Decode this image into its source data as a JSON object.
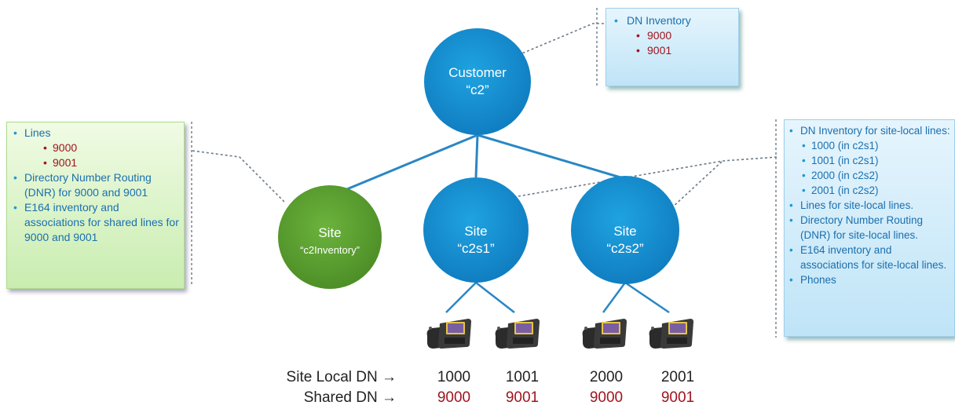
{
  "colors": {
    "node_blue": "#1a8fd0",
    "node_green": "#5a9e32",
    "shared_red": "#a0141e",
    "text_blue": "#1b6fae"
  },
  "nodes": {
    "customer": {
      "line1": "Customer",
      "line2": "“c2”"
    },
    "site_inventory": {
      "line1": "Site",
      "line2": "“c2Inventory”"
    },
    "site_c2s1": {
      "line1": "Site",
      "line2": "“c2s1”"
    },
    "site_c2s2": {
      "line1": "Site",
      "line2": "“c2s2”"
    }
  },
  "customer_box": {
    "title": "DN Inventory",
    "items": [
      "9000",
      "9001"
    ]
  },
  "site_inventory_box": {
    "lines_title": "Lines",
    "lines_items": [
      "9000",
      "9001"
    ],
    "routing": "Directory Number Routing (DNR) for 9000 and 9001",
    "e164": "E164 inventory  and associations for shared lines for 9000 and 9001"
  },
  "site_local_box": {
    "dn_inventory": "DN Inventory  for site-local lines:",
    "dn_items": [
      "1000 (in c2s1)",
      "1001 (in c2s1)",
      "2000 (in c2s2)",
      "2001 (in c2s2)"
    ],
    "lines": "Lines for site-local lines.",
    "routing": "Directory Number Routing (DNR) for site-local lines.",
    "e164": "E164 inventory  and associations for site-local lines.",
    "phones": "Phones"
  },
  "phones": [
    "phone-1",
    "phone-2",
    "phone-3",
    "phone-4"
  ],
  "bullet": "•",
  "dn_table": {
    "site_local_label": "Site Local DN →",
    "shared_label": "Shared DN →",
    "site_local_values": [
      "1000",
      "1001",
      "2000",
      "2001"
    ],
    "shared_values": [
      "9000",
      "9001",
      "9000",
      "9001"
    ]
  }
}
